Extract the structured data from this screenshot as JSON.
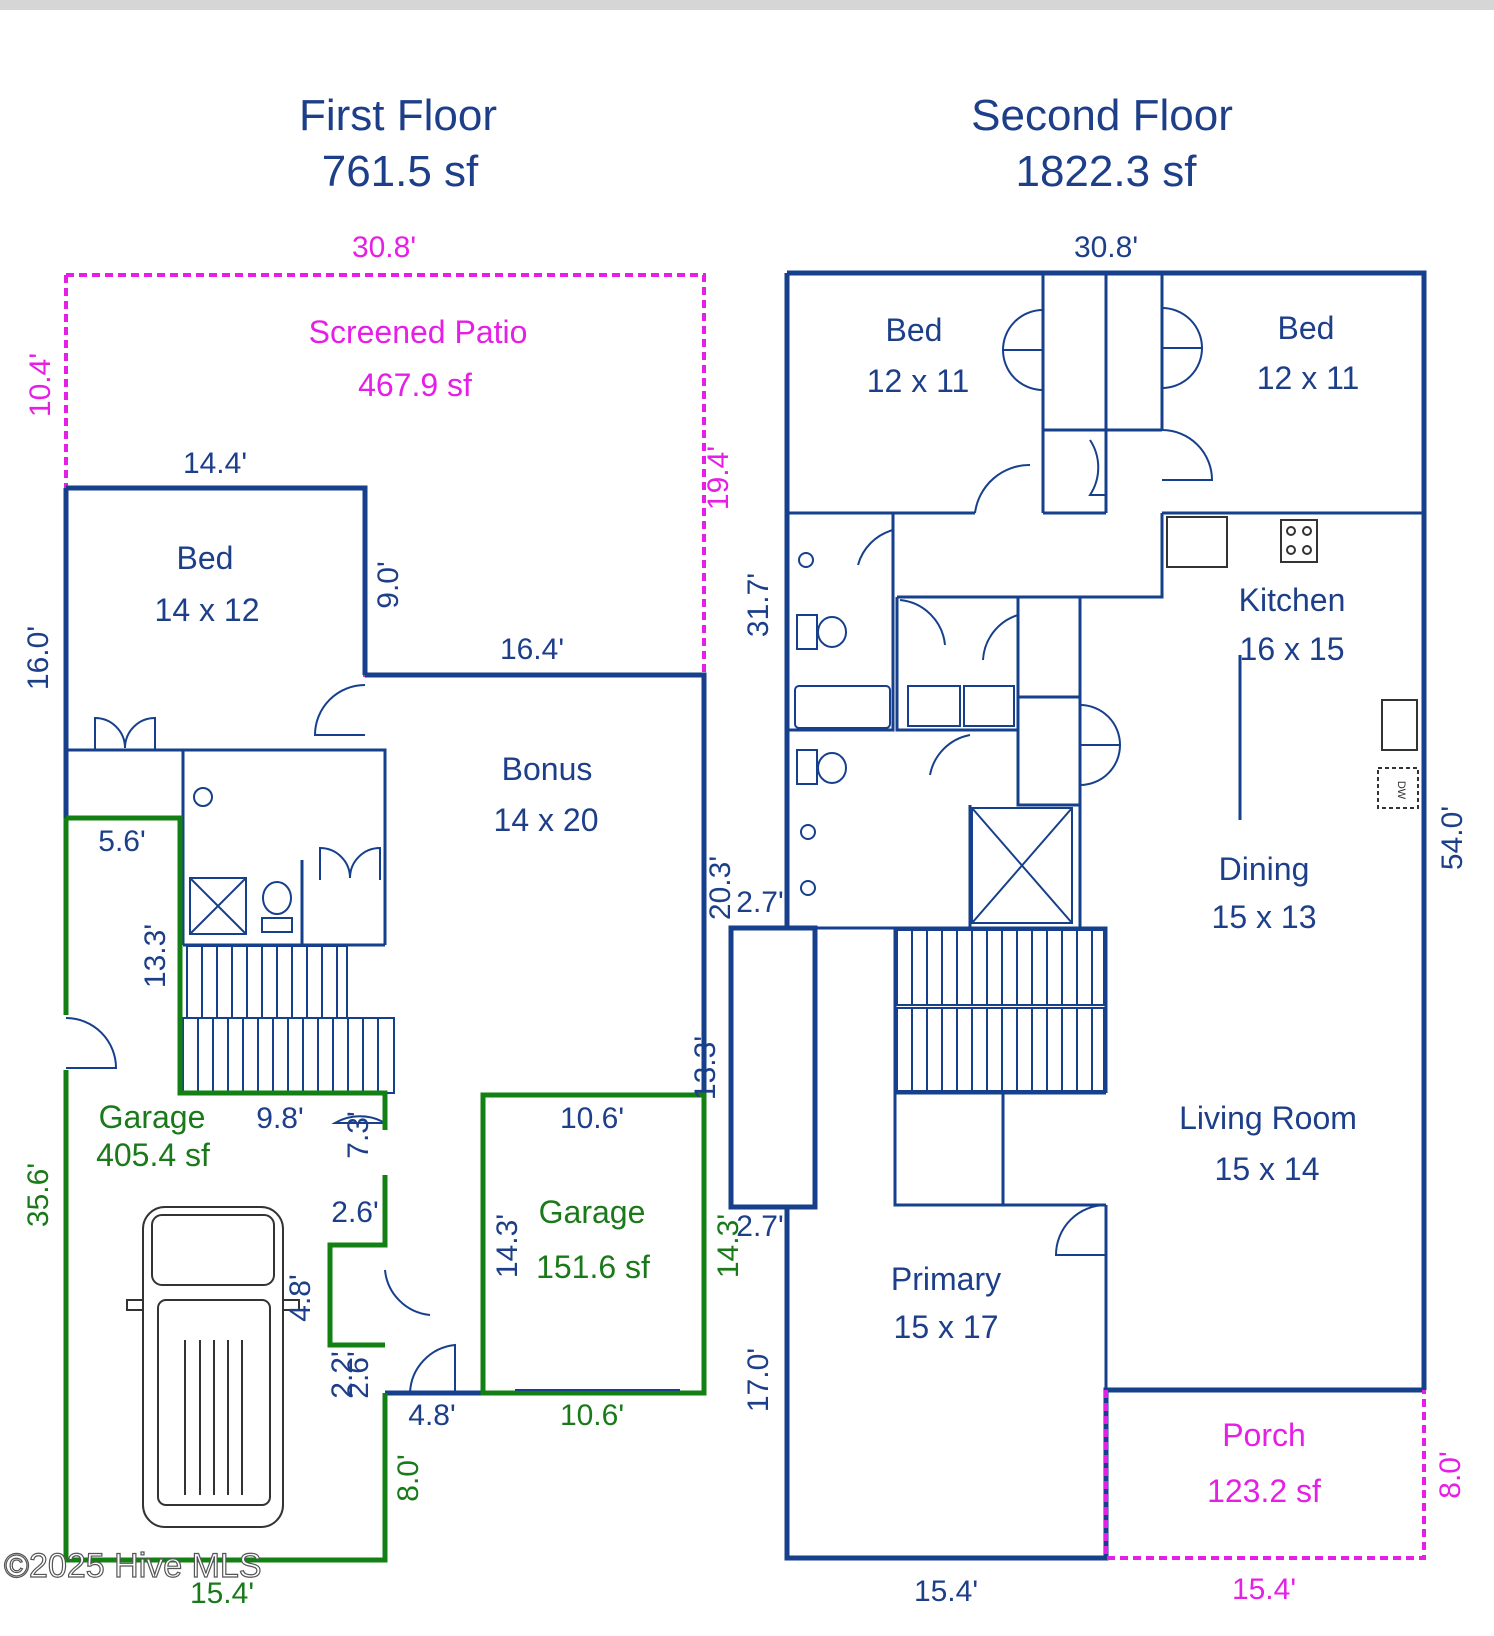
{
  "first_floor": {
    "title": "First Floor",
    "area": "761.5 sf",
    "screened_patio": {
      "name": "Screened Patio",
      "area": "467.9 sf",
      "width": "30.8'",
      "depth_left": "10.4'",
      "depth_right": "19.4'"
    },
    "bed": {
      "name": "Bed",
      "size": "14 x 12",
      "top_width": "14.4'",
      "left_depth": "16.0'",
      "right_depth": "9.0'"
    },
    "bonus": {
      "name": "Bonus",
      "size": "14 x 20",
      "top_width": "16.4'",
      "right_depth": "20.3'",
      "right_lower": "13.3'"
    },
    "garage_main": {
      "name": "Garage",
      "area": "405.4 sf",
      "width_top": "5.6'",
      "inner_depth": "13.3'",
      "stair_width": "9.8'",
      "left_depth": "35.6'",
      "bottom_width": "15.4'"
    },
    "garage_small": {
      "name": "Garage",
      "area": "151.6 sf",
      "top_width": "10.6'",
      "bottom_width": "10.6'",
      "left_depth": "14.3'",
      "right_depth": "14.3'"
    },
    "misc_dims": {
      "d73": "7.3'",
      "d26a": "2.6'",
      "d48a": "4.8'",
      "d22": "2.2'",
      "d26b": "2.6'",
      "d48b": "4.8'",
      "d80": "8.0'"
    }
  },
  "second_floor": {
    "title": "Second Floor",
    "area": "1822.3 sf",
    "top_width": "30.8'",
    "left_depth_upper": "31.7'",
    "left_depth_lower": "17.0'",
    "right_depth": "54.0'",
    "bump_a": "2.7'",
    "bump_b": "2.7'",
    "bed_left": {
      "name": "Bed",
      "size": "12 x 11"
    },
    "bed_right": {
      "name": "Bed",
      "size": "12 x 11"
    },
    "kitchen": {
      "name": "Kitchen",
      "size": "16 x 15"
    },
    "dining": {
      "name": "Dining",
      "size": "15 x 13"
    },
    "living": {
      "name": "Living Room",
      "size": "15 x 14"
    },
    "primary": {
      "name": "Primary",
      "size": "15 x 17",
      "bottom_width": "15.4'"
    },
    "porch": {
      "name": "Porch",
      "area": "123.2 sf",
      "width": "15.4'",
      "depth": "8.0'"
    },
    "dw_label": "DW"
  },
  "watermark": "©2025 Hive MLS"
}
